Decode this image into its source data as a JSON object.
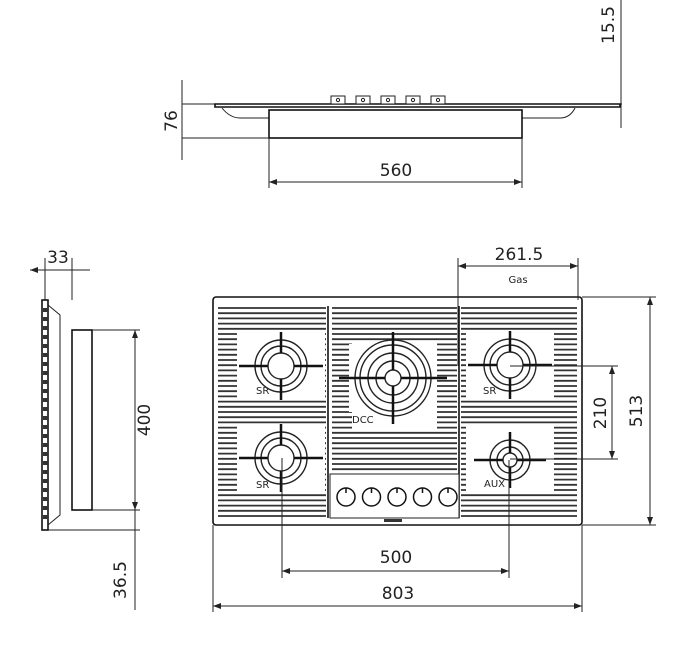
{
  "dimensions": {
    "top_height": "15.5",
    "side_height": "76",
    "body_width": "560",
    "side_depth_top": "33",
    "body_depth": "400",
    "side_bottom": "36.5",
    "gas_offset": "261.5",
    "gas_label": "Gas",
    "overall_depth": "513",
    "burner_spacing_y": "210",
    "burner_spacing_x": "500",
    "overall_width": "803"
  },
  "burners": [
    {
      "label": "SR"
    },
    {
      "label": "DCC"
    },
    {
      "label": "SR"
    },
    {
      "label": "SR"
    },
    {
      "label": "AUX"
    }
  ],
  "knob_count": 5
}
